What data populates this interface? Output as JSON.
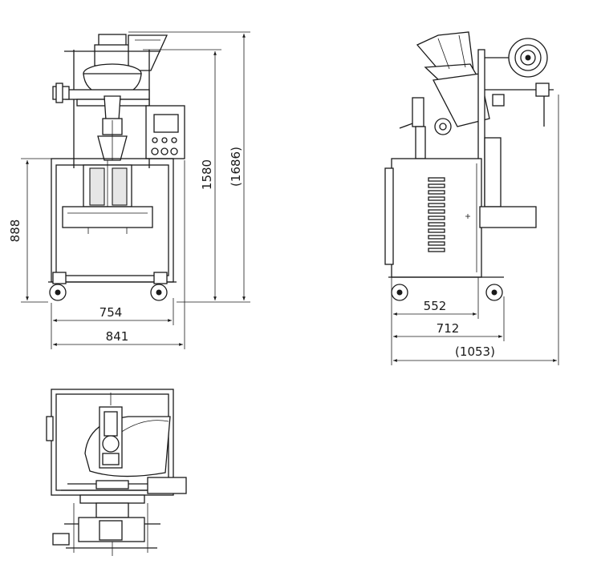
{
  "dimensions": {
    "front_height_base": "888",
    "front_height_machine": "1580",
    "front_height_overall": "(1686)",
    "front_width_inner": "754",
    "front_width_outer": "841",
    "side_width_cabinet": "552",
    "side_width_base": "712",
    "side_width_overall": "(1053)"
  }
}
